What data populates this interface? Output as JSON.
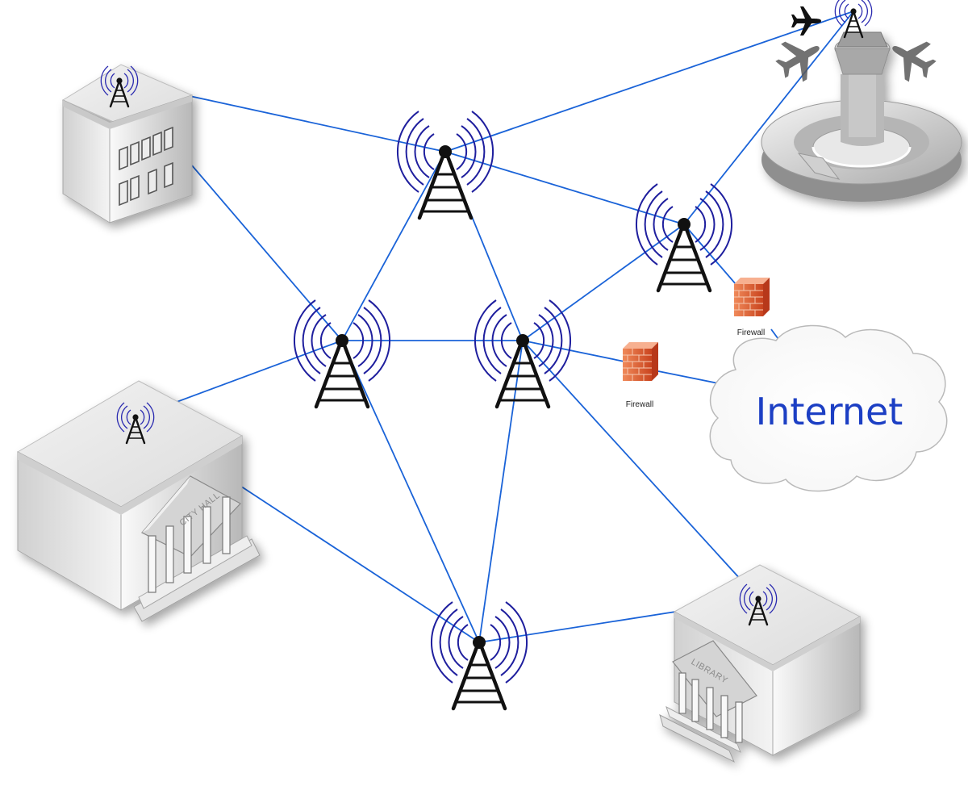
{
  "diagram": {
    "cloud_label": "Internet",
    "firewalls": [
      {
        "label": "Firewall"
      },
      {
        "label": "Firewall"
      }
    ],
    "buildings": {
      "city_hall_sign": "CITY HALL",
      "library_sign": "LIBRARY"
    },
    "colors": {
      "link": "#1a63d8",
      "waves": "#1f1f9e",
      "tower": "#111111",
      "firewall": "#e8613a",
      "internet_text": "#1c3fc4"
    },
    "icons": [
      "radio-tower-icon",
      "office-building-icon",
      "city-hall-icon",
      "library-icon",
      "airport-tower-icon",
      "airplane-icon",
      "firewall-icon",
      "cloud-icon"
    ]
  }
}
